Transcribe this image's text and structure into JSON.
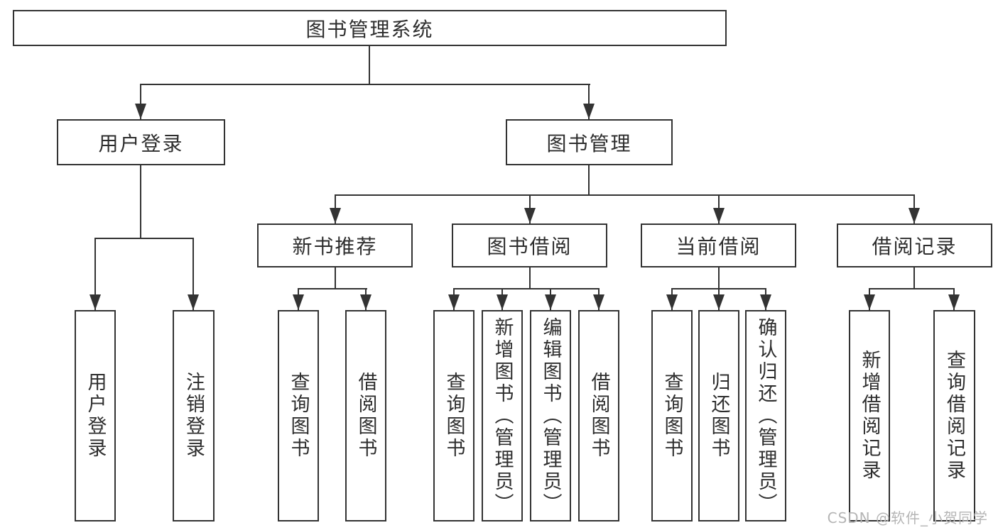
{
  "colors": {
    "line": "#333333",
    "box_border": "#333333",
    "text": "#2e2e2e",
    "background": "#ffffff",
    "watermark": "#b5b5b5"
  },
  "watermark": {
    "text": "CSDN @软件_小贺同学"
  },
  "tree": {
    "root": {
      "label": "图书管理系统"
    },
    "level2": [
      {
        "label": "用户登录"
      },
      {
        "label": "图书管理"
      }
    ],
    "level3": [
      {
        "label": "新书推荐"
      },
      {
        "label": "图书借阅"
      },
      {
        "label": "当前借阅"
      },
      {
        "label": "借阅记录"
      }
    ],
    "leaves": {
      "user_login": [
        {
          "label": "用户登录"
        },
        {
          "label": "注销登录"
        }
      ],
      "new_book": [
        {
          "label": "查询图书"
        },
        {
          "label": "借阅图书"
        }
      ],
      "book_borrow": [
        {
          "label": "查询图书"
        },
        {
          "label": "新增图书（管理员）"
        },
        {
          "label": "编辑图书（管理员）"
        },
        {
          "label": "借阅图书"
        }
      ],
      "current_borrow": [
        {
          "label": "查询图书"
        },
        {
          "label": "归还图书"
        },
        {
          "label": "确认归还（管理员）"
        }
      ],
      "borrow_records": [
        {
          "label": "新增借阅记录"
        },
        {
          "label": "查询借阅记录"
        }
      ]
    }
  }
}
